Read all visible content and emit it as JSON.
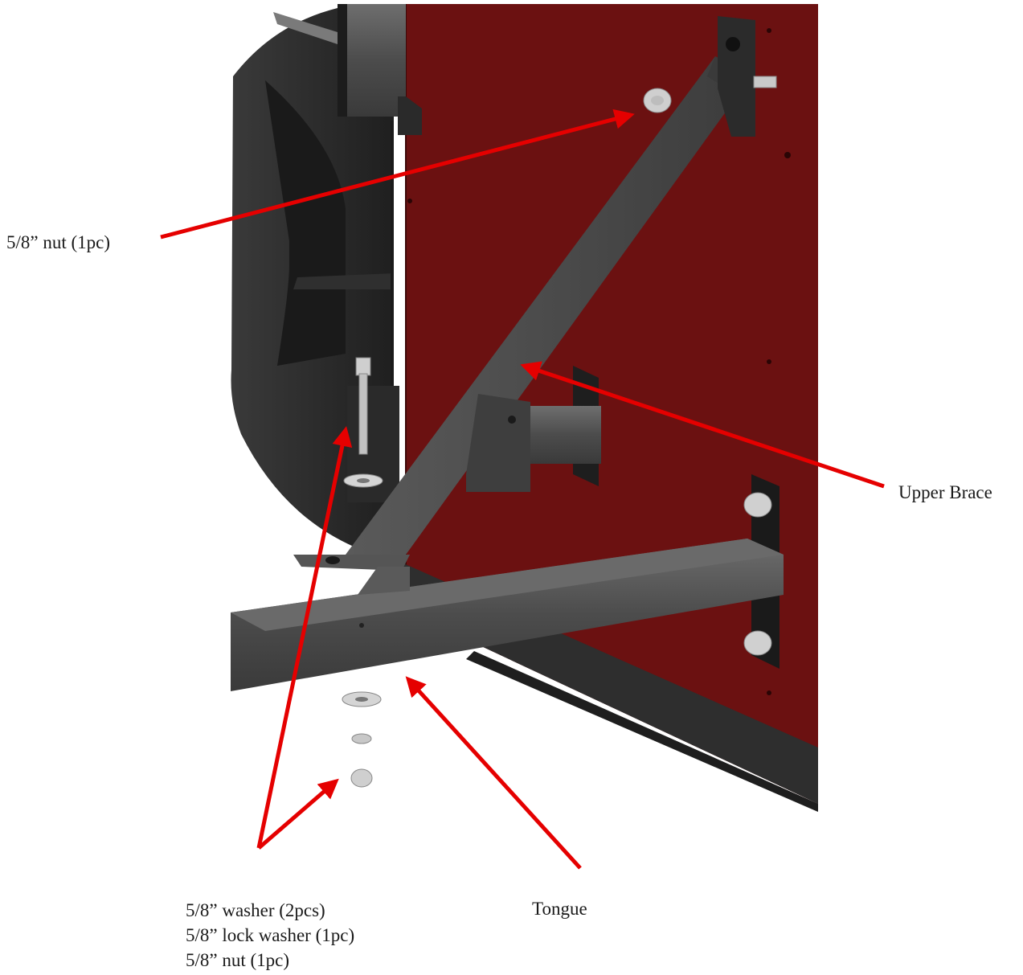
{
  "labels": {
    "nut_top": "5/8” nut (1pc)",
    "upper_brace": "Upper Brace",
    "tongue": "Tongue",
    "hardware": [
      "5/8” washer (2pcs)",
      "5/8” lock washer (1pc)",
      "5/8” nut (1pc)"
    ]
  },
  "colors": {
    "panel": "#6b1111",
    "steel": "#4a4a4a",
    "arrow": "#e50000"
  }
}
